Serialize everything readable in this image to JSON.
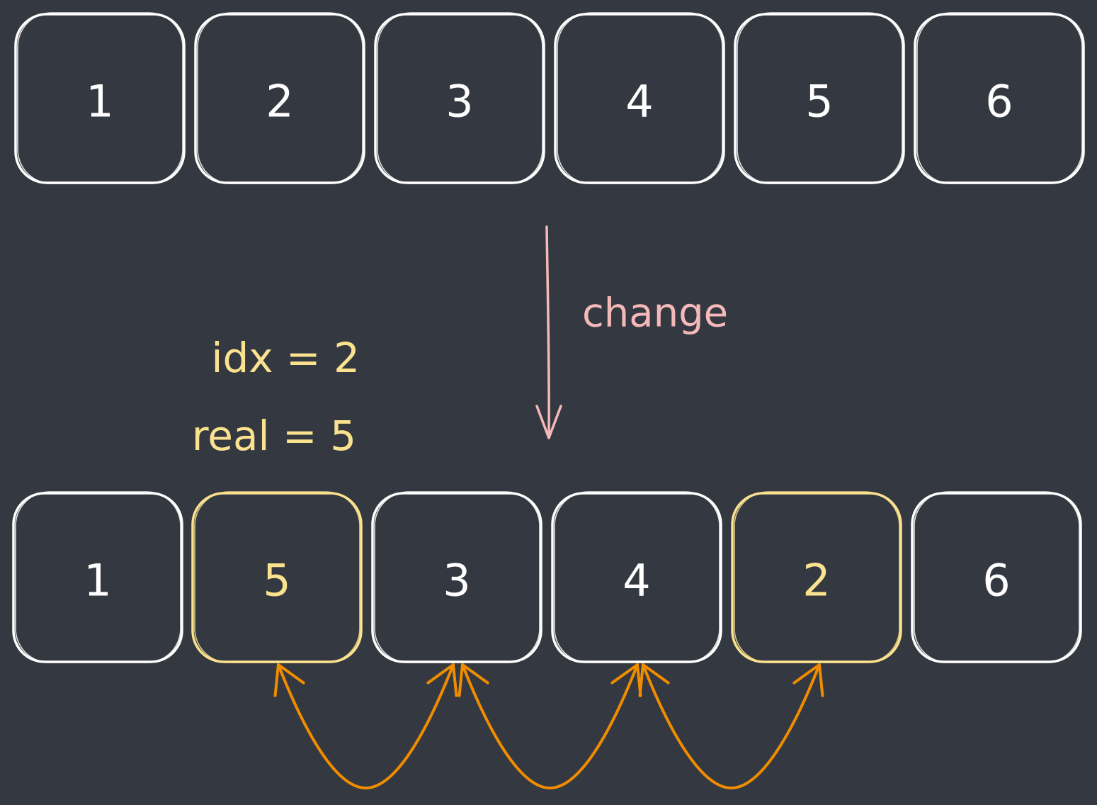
{
  "top_row": {
    "cells": [
      {
        "value": "1",
        "highlight": false
      },
      {
        "value": "2",
        "highlight": false
      },
      {
        "value": "3",
        "highlight": false
      },
      {
        "value": "4",
        "highlight": false
      },
      {
        "value": "5",
        "highlight": false
      },
      {
        "value": "6",
        "highlight": false
      }
    ]
  },
  "bottom_row": {
    "cells": [
      {
        "value": "1",
        "highlight": false
      },
      {
        "value": "5",
        "highlight": true
      },
      {
        "value": "3",
        "highlight": false
      },
      {
        "value": "4",
        "highlight": false
      },
      {
        "value": "2",
        "highlight": true
      },
      {
        "value": "6",
        "highlight": false
      }
    ]
  },
  "transition": {
    "label": "change"
  },
  "annotations": {
    "idx_text": "idx = 2",
    "real_text": "real = 5"
  },
  "colors": {
    "background": "#343840",
    "cell_border": "#ffffff",
    "cell_text": "#ffffff",
    "highlight": "#fbe28f",
    "change_arrow": "#f6b9b9",
    "swap_arrows": "#f08c00"
  }
}
